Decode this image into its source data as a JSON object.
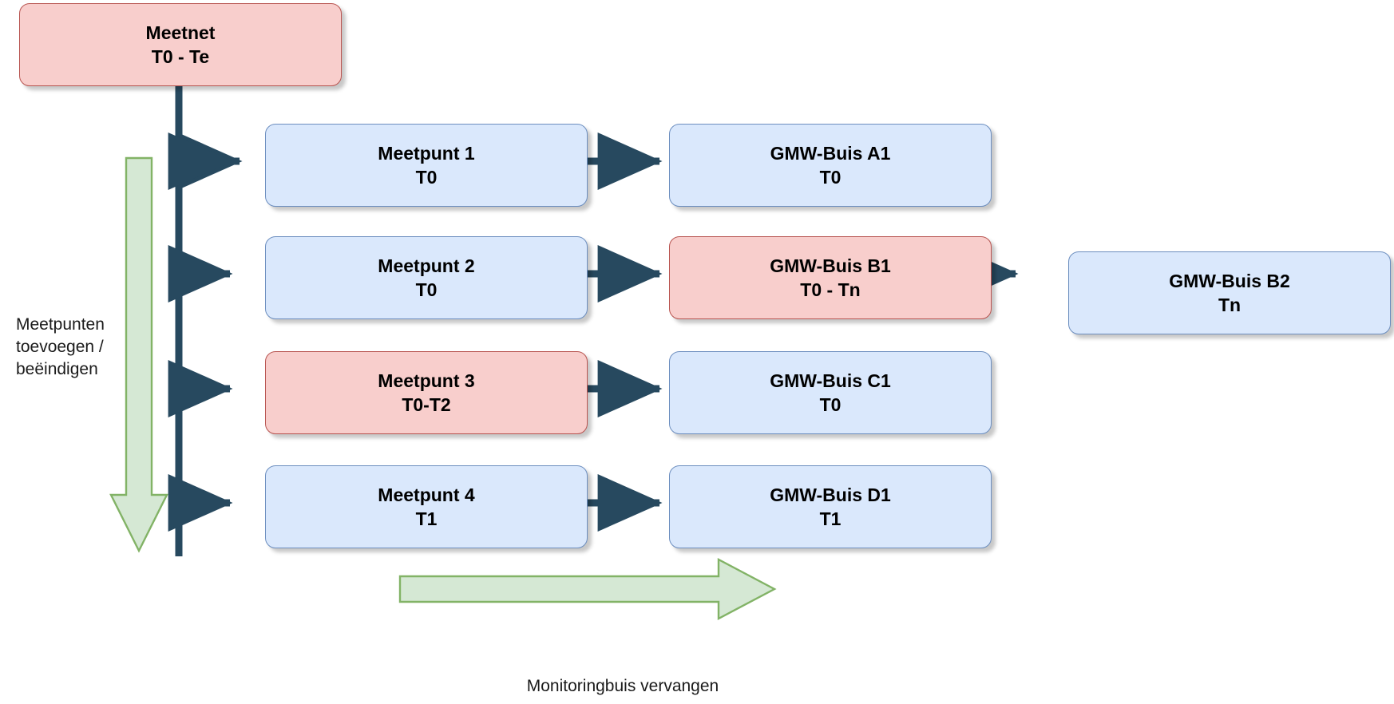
{
  "diagram": {
    "title_text": "",
    "colors": {
      "blue_fill": "#dae8fc",
      "blue_stroke": "#6c8ebf",
      "pink_fill": "#f8cecc",
      "pink_stroke": "#b85450",
      "green_fill": "#d5e8d4",
      "green_stroke": "#82b366",
      "connector": "#27495f",
      "text": "#000000"
    },
    "nodes": {
      "meetnet": {
        "line1": "Meetnet",
        "line2": "T0 - Te",
        "style": "pink"
      },
      "meetpunt1": {
        "line1": "Meetpunt 1",
        "line2": "T0",
        "style": "blue"
      },
      "meetpunt2": {
        "line1": "Meetpunt 2",
        "line2": "T0",
        "style": "blue"
      },
      "meetpunt3": {
        "line1": "Meetpunt 3",
        "line2": "T0-T2",
        "style": "pink"
      },
      "meetpunt4": {
        "line1": "Meetpunt 4",
        "line2": "T1",
        "style": "blue"
      },
      "buis_a1": {
        "line1": "GMW-Buis A1",
        "line2": "T0",
        "style": "blue"
      },
      "buis_b1": {
        "line1": "GMW-Buis B1",
        "line2": "T0 - Tn",
        "style": "pink"
      },
      "buis_b2": {
        "line1": "GMW-Buis B2",
        "line2": "Tn",
        "style": "blue"
      },
      "buis_c1": {
        "line1": "GMW-Buis C1",
        "line2": "T0",
        "style": "blue"
      },
      "buis_d1": {
        "line1": "GMW-Buis D1",
        "line2": "T1",
        "style": "blue"
      }
    },
    "annotations": {
      "left_label_line1": "Meetpunten",
      "left_label_line2": "toevoegen /",
      "left_label_line3": "beëindigen",
      "bottom_label": "Monitoringbuis vervangen"
    }
  }
}
